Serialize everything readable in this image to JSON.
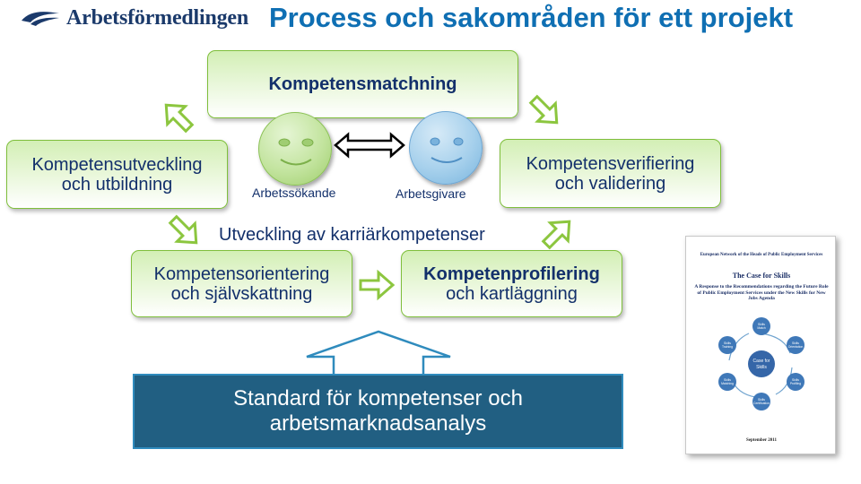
{
  "header": {
    "logo_text": "Arbetsförmedlingen",
    "title": "Process och sakområden för ett projekt"
  },
  "boxes": {
    "matchning": "Kompetensmatchning",
    "utveckling": {
      "line1": "Kompetensutveckling",
      "line2": "och utbildning"
    },
    "verifiering": {
      "line1": "Kompetensverifiering",
      "line2": "och validering"
    },
    "orientering": {
      "line1": "Kompetensorientering",
      "line2": "och självskattning"
    },
    "profilering": {
      "line1": "Kompetenprofilering",
      "line2": "och kartläggning"
    }
  },
  "faces": {
    "sokande": "Arbetssökande",
    "givare": "Arbetsgivare"
  },
  "middle_title": "Utveckling av karriärkompetenser",
  "standard": {
    "line1": "Standard för kompetenser och",
    "line2": "arbetsmarknadsanalys"
  },
  "document": {
    "network": "European Network of the Heads of Public Employment Services",
    "title": "The Case for Skills",
    "subtitle": "A Response to the Recommendations regarding the Future Role of Public Employment Services under the New Skills for New Jobs Agenda",
    "center": {
      "line1": "Case for",
      "line2": "Skills"
    },
    "nodes": [
      {
        "line1": "Skills",
        "line2": "Match"
      },
      {
        "line1": "Skills",
        "line2": "Orientation"
      },
      {
        "line1": "Skills",
        "line2": "Profiling"
      },
      {
        "line1": "Skills",
        "line2": "Certification"
      },
      {
        "line1": "Skills",
        "line2": "Matching"
      },
      {
        "line1": "Skills",
        "line2": "Training"
      }
    ],
    "date": "September 2011"
  },
  "colors": {
    "title_blue": "#0f6fb3",
    "box_border_green": "#7fbf3c",
    "text_navy": "#13306b",
    "standard_fill": "#215f82",
    "face_green": "#c3e49f",
    "face_blue": "#a6d0ec"
  }
}
